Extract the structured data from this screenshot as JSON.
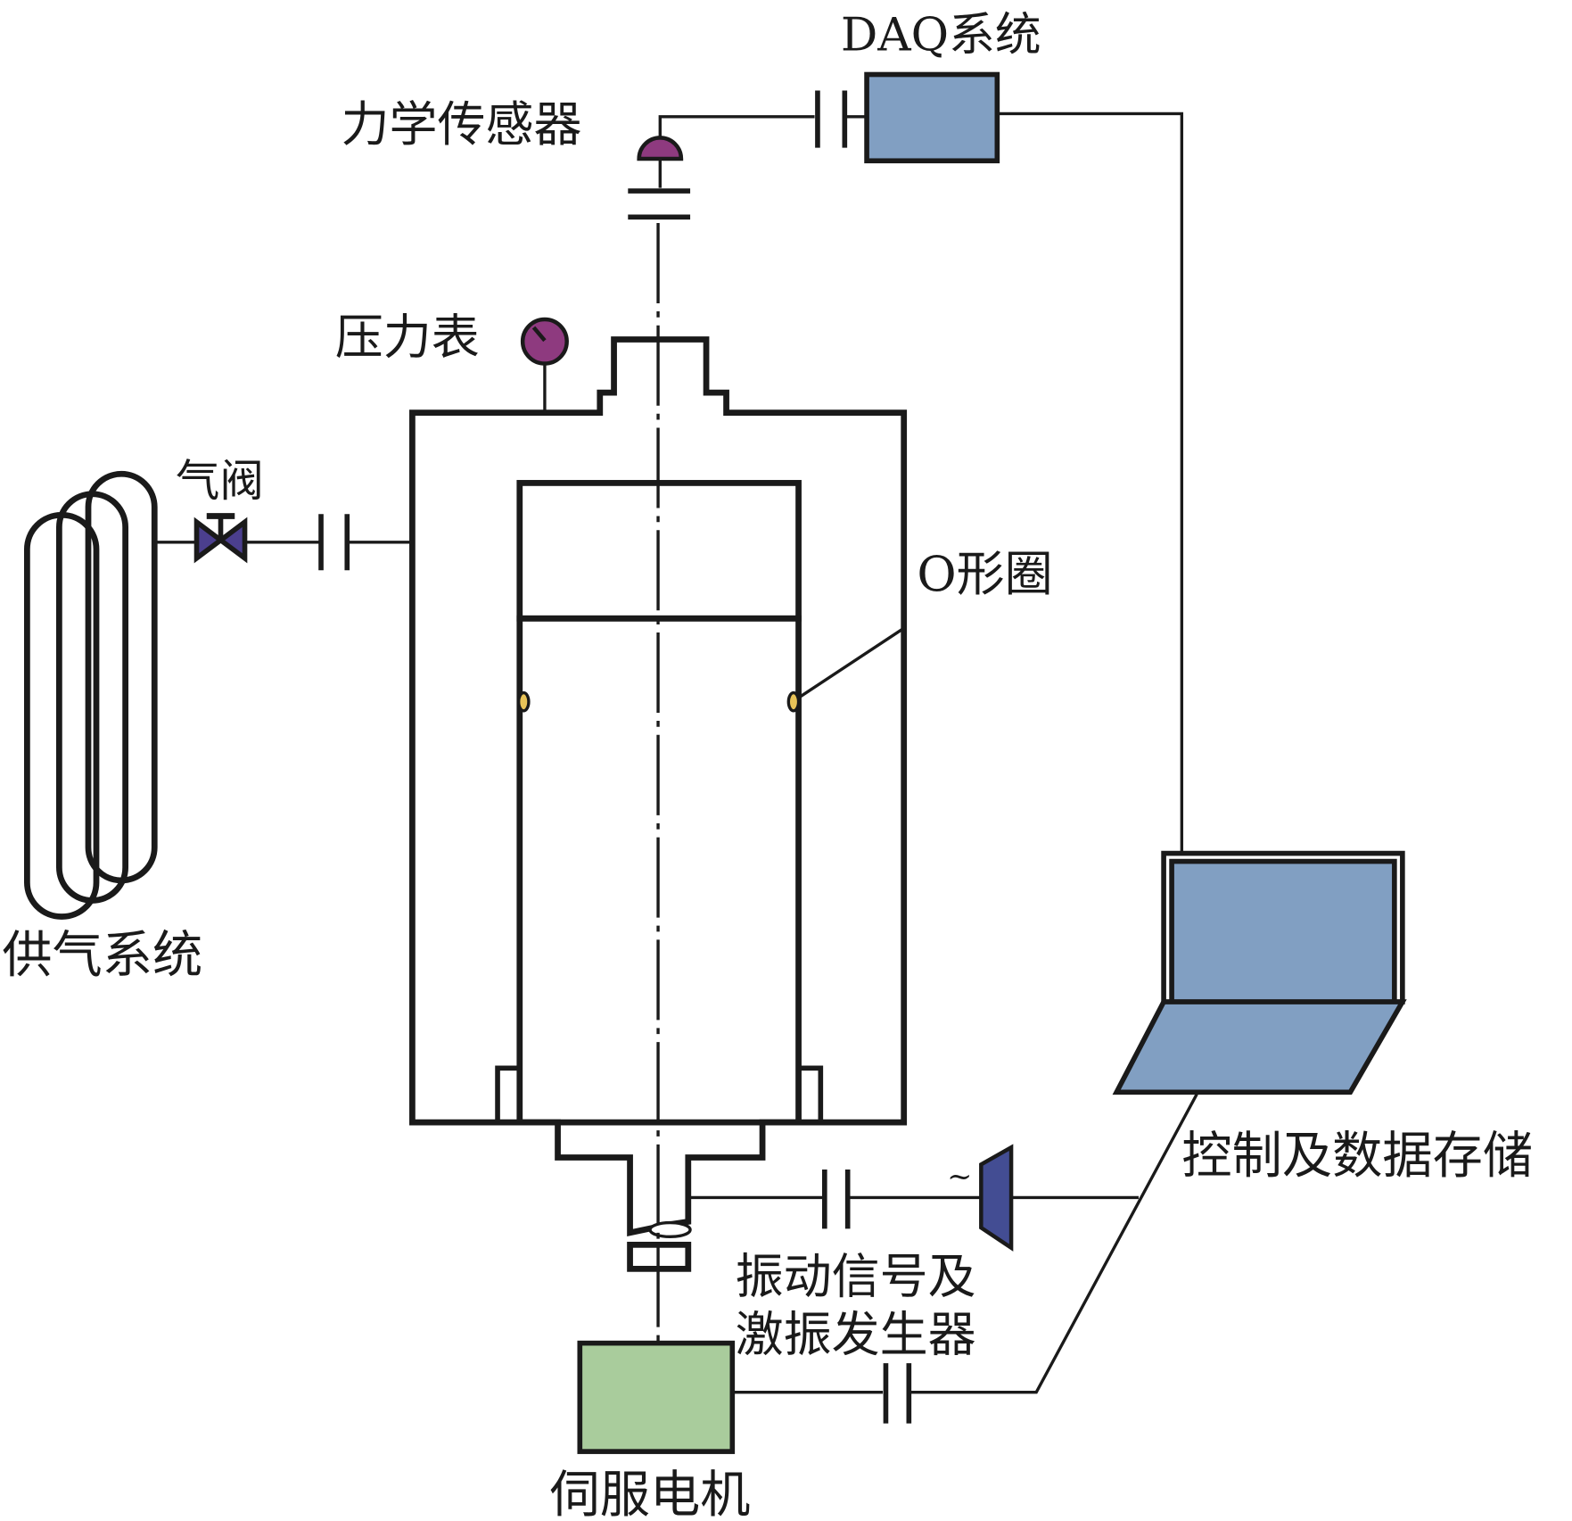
{
  "title": "Experimental setup schematic",
  "labels": {
    "daq_system": "DAQ系统",
    "force_sensor": "力学传感器",
    "pressure_gauge": "压力表",
    "gas_valve": "气阀",
    "gas_supply": "供气系统",
    "o_ring": "O形圈",
    "control_storage": "控制及数据存储",
    "vibration_line1": "振动信号及",
    "vibration_line2": "激振发生器",
    "servo_motor": "伺服电机",
    "ac_symbol": "~"
  },
  "colors": {
    "outline": "#1a1a1a",
    "housing": "#c2bcb9",
    "piston": "#433a38",
    "gas_cylinder": "#d4a5c3",
    "daq_box": "#819fc2",
    "laptop": "#819fc2",
    "sensor": "#8e3a7f",
    "valve": "#4b3f8e",
    "exciter": "#434d93",
    "servo_box": "#a9cc9c",
    "o_ring": "#e9c458",
    "chamber": "#ffffff"
  }
}
